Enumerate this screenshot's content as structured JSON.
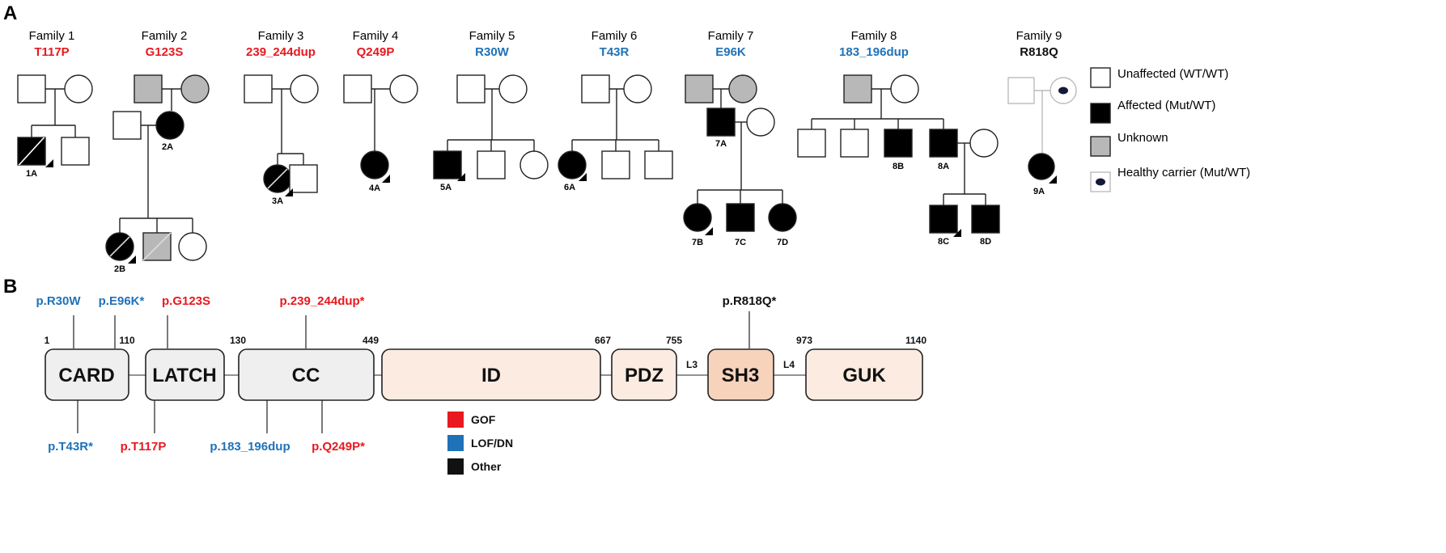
{
  "panels": {
    "a": "A",
    "b": "B"
  },
  "colors": {
    "gof": "#e8191f",
    "lof": "#1f72b8",
    "other": "#111111",
    "gray": "#b8b8b8",
    "domain_gray": "#efefef",
    "domain_peach": "#fcebe1",
    "domain_sh3": "#f7d3bb"
  },
  "families": [
    {
      "name": "Family 1",
      "variant": "T117P",
      "color": "gof"
    },
    {
      "name": "Family 2",
      "variant": "G123S",
      "color": "gof"
    },
    {
      "name": "Family 3",
      "variant": "239_244dup",
      "color": "gof"
    },
    {
      "name": "Family 4",
      "variant": "Q249P",
      "color": "gof"
    },
    {
      "name": "Family 5",
      "variant": "R30W",
      "color": "lof"
    },
    {
      "name": "Family 6",
      "variant": "T43R",
      "color": "lof"
    },
    {
      "name": "Family 7",
      "variant": "E96K",
      "color": "lof"
    },
    {
      "name": "Family 8",
      "variant": "183_196dup",
      "color": "lof"
    },
    {
      "name": "Family 9",
      "variant": "R818Q",
      "color": "other"
    }
  ],
  "individuals": [
    "1A",
    "2A",
    "2B",
    "3A",
    "4A",
    "5A",
    "6A",
    "7A",
    "7B",
    "7C",
    "7D",
    "8B",
    "8A",
    "8C",
    "8D",
    "9A"
  ],
  "legend_pedigree": [
    "Unaffected (WT/WT)",
    "Affected (Mut/WT)",
    "Unknown",
    "Healthy carrier (Mut/WT)"
  ],
  "domains": [
    {
      "name": "CARD",
      "style": "gray"
    },
    {
      "name": "LATCH",
      "style": "gray"
    },
    {
      "name": "CC",
      "style": "gray"
    },
    {
      "name": "ID",
      "style": "peach"
    },
    {
      "name": "PDZ",
      "style": "peach"
    },
    {
      "name": "SH3",
      "style": "sh3"
    },
    {
      "name": "GUK",
      "style": "peach"
    }
  ],
  "positions": [
    "1",
    "110",
    "130",
    "449",
    "667",
    "755",
    "973",
    "1140"
  ],
  "linkers": [
    "L3",
    "L4"
  ],
  "mutations_top": [
    {
      "label": "p.R30W",
      "color": "lof"
    },
    {
      "label": "p.E96K*",
      "color": "lof"
    },
    {
      "label": "p.G123S",
      "color": "gof"
    },
    {
      "label": "p.239_244dup*",
      "color": "gof"
    },
    {
      "label": "p.R818Q*",
      "color": "other"
    }
  ],
  "mutations_bottom": [
    {
      "label": "p.T43R*",
      "color": "lof"
    },
    {
      "label": "p.T117P",
      "color": "gof"
    },
    {
      "label": "p.183_196dup",
      "color": "lof"
    },
    {
      "label": "p.Q249P*",
      "color": "gof"
    }
  ],
  "legend_function": [
    {
      "label": "GOF",
      "color": "gof"
    },
    {
      "label": "LOF/DN",
      "color": "lof"
    },
    {
      "label": "Other",
      "color": "other"
    }
  ]
}
